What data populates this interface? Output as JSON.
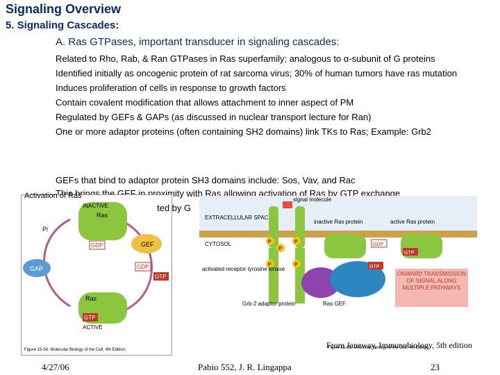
{
  "title": "Signaling Overview",
  "subtitle": "5. Signaling Cascades:",
  "subhead": "A. Ras GTPases, important transducer in signaling cascades:",
  "bullets": [
    "Related to Rho, Rab, & Ran GTPases in Ras superfamily; analogous to α-subunit of G proteins",
    "Identified initially as oncogenic protein of rat sarcoma virus; 30% of human tumors have ras mutation",
    "Induces proliferation of cells in response to growth factors",
    "Contain covalent modification that allows attachment to inner aspect of PM",
    "Regulated by GEFs & GAPs (as discussed in nuclear transport lecture for Ran)",
    "One or more adaptor proteins (often containing SH2 domains) link TKs to Ras; Example: Grb2"
  ],
  "gef_line": "GEFs that bind to adaptor protein SH3 domains include: Sos, Vav, and Rac",
  "overlap_line": "This brings the GEF in proximity with Ras allowing activation of Ras by GTP exchange",
  "overlap_tail": "ted by G",
  "activation_label": "Activation of Ras",
  "fig1": {
    "inactive": "INACTIVE",
    "active": "ACTIVE",
    "ras": "Ras",
    "gdp": "GDP",
    "gtp": "GTP",
    "gef": "GEF",
    "gap": "GAP",
    "pi": "Pi",
    "caption": "Figure 15-54. Molecular Biology of the Cell, 4th Edition."
  },
  "fig2": {
    "signal_molecule": "signal molecule",
    "extracellular": "EXTRACELLULAR SPACE",
    "cytosol": "CYTOSOL",
    "inactive_ras": "inactive Ras protein",
    "active_ras": "active Ras protein",
    "receptor": "activated receptor tyrosine kinase",
    "grb2": "Grb-2 adaptor protein",
    "rasgef": "Ras GEF",
    "gdp": "GDP",
    "gtp": "GTP",
    "p": "P",
    "onward": "ONWARD TRANSMISSION OF SIGNAL ALONG MULTIPLE PATHWAYS",
    "caption": "Figure 15-55. Molecular Biology of the Cell, 4th Edition."
  },
  "source": "From Janeway, Immunobiology, 5th edition",
  "footer": {
    "date": "4/27/06",
    "course": "Pabio 552,  J. R. Lingappa",
    "page": "23"
  }
}
